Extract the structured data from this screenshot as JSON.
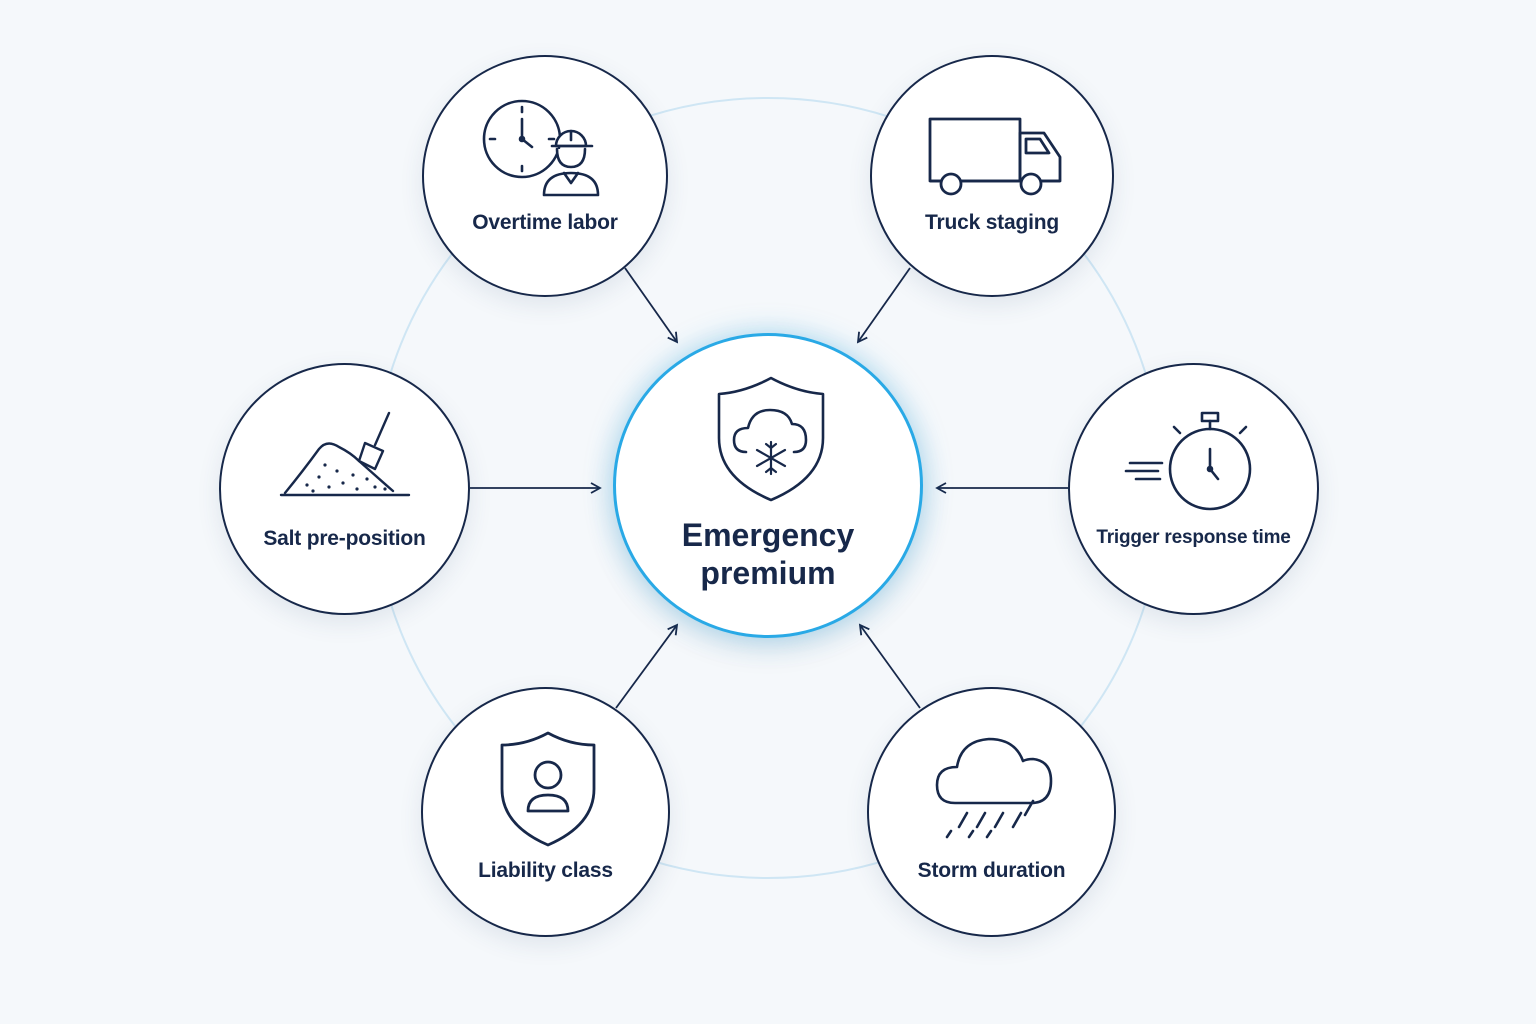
{
  "diagram": {
    "center": {
      "line1": "Emergency",
      "line2": "premium",
      "icon": "shield-storm-snowflake-icon"
    },
    "factors": [
      {
        "id": "overtime",
        "label": "Overtime labor",
        "icon": "clock-worker-icon"
      },
      {
        "id": "truck",
        "label": "Truck staging",
        "icon": "truck-icon"
      },
      {
        "id": "salt",
        "label": "Salt pre-position",
        "icon": "salt-pile-shovel-icon"
      },
      {
        "id": "trigger",
        "label": "Trigger response time",
        "icon": "stopwatch-icon"
      },
      {
        "id": "liability",
        "label": "Liability class",
        "icon": "shield-person-icon"
      },
      {
        "id": "storm",
        "label": "Storm duration",
        "icon": "rain-cloud-icon"
      }
    ],
    "colors": {
      "stroke": "#17284a",
      "accent": "#29a9e6",
      "ring": "#cfe6f4",
      "background": "#f5f8fb"
    }
  }
}
